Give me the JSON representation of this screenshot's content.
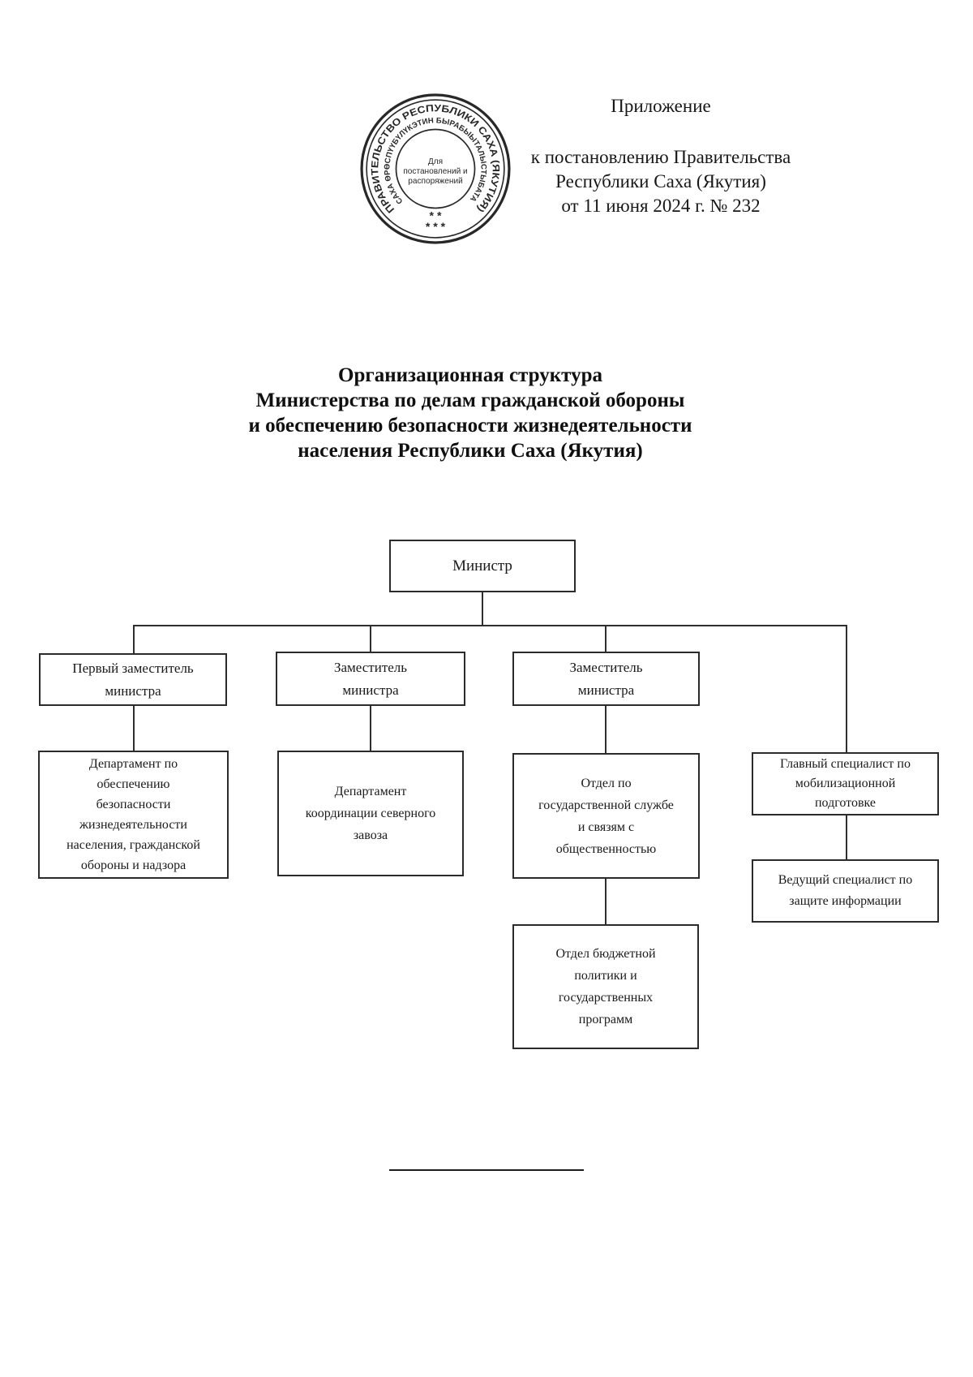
{
  "stamp": {
    "outer_ring": "ПРАВИТЕЛЬСТВО РЕСПУБЛИКИ САХА (ЯКУТИЯ)",
    "inner_ring": "САХА ӨРӨСПҮҮБҮЛҮКЭТИН БЫРАБЫЫТАЛЫСТЫБАТА",
    "center_line1": "Для",
    "center_line2": "постановлений и",
    "center_line3": "распоряжений",
    "stars_row1": "* *",
    "stars_row2": "* * *"
  },
  "annotation": {
    "line1": "Приложение",
    "line2": "к постановлению Правительства",
    "line3": "Республики Саха (Якутия)",
    "line4": "от 11 июня 2024 г. № 232"
  },
  "title": {
    "line1": "Организационная структура",
    "line2": "Министерства по делам гражданской обороны",
    "line3": "и обеспечению безопасности жизнедеятельности",
    "line4": "населения Республики Саха (Якутия)"
  },
  "chart": {
    "minister": "Министр",
    "first_deputy": "Первый заместитель\nминистра",
    "deputy2": "Заместитель\nминистра",
    "deputy3": "Заместитель\nминистра",
    "dept_safety": "Департамент по\nобеспечению\nбезопасности\nжизнедеятельности\nнаселения, гражданской\nобороны и надзора",
    "dept_northern": "Департамент\nкоординации северного\nзавоза",
    "dept_civil_service": "Отдел по\nгосударственной службе\nи связям с\nобщественностью",
    "chief_mobilization": "Главный специалист по\nмобилизационной\nподготовке",
    "lead_infosec": "Ведущий специалист по\nзащите информации",
    "dept_budget": "Отдел бюджетной\nполитики и\nгосударственных\nпрограмм"
  },
  "colors": {
    "ink": "#1a1a1a"
  }
}
